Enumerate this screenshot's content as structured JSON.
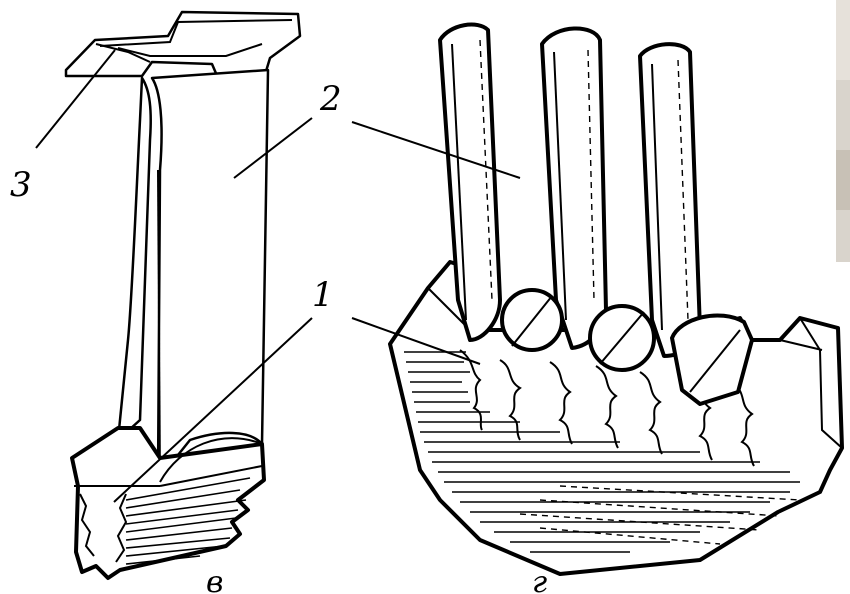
{
  "labels": {
    "left_3": "3",
    "right_2": "2",
    "right_1": "1"
  },
  "captions": {
    "left": "в",
    "right": "г"
  }
}
